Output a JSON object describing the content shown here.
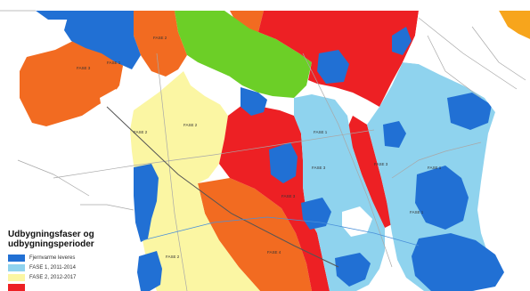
{
  "map": {
    "colors": {
      "background": "#ffffff",
      "fjernvarme": "#2170d4",
      "fase1": "#8fd3ee",
      "fase2": "#fbf6a3",
      "fase3": "#ed2024",
      "orange": "#f26b21",
      "green": "#6ccf27",
      "amber": "#f7a51c",
      "street": "#a8a8a8",
      "river": "#4a90d9"
    },
    "district_labels": [
      "FASE 3",
      "FASE 2",
      "FASE 1",
      "FASE 2",
      "FASE 2",
      "FASE 3",
      "FASE 3",
      "FASE 1",
      "FASE 1",
      "FASE 3",
      "FASE 1",
      "FASE 2",
      "FASE 4"
    ]
  },
  "legend": {
    "title": "Udbygningsfaser og udbygningsperioder",
    "items": [
      {
        "label": "Fjernvarme leveres",
        "color": "#2170d4"
      },
      {
        "label": "FASE 1, 2011-2014",
        "color": "#8fd3ee"
      },
      {
        "label": "FASE 2, 2012-2017",
        "color": "#fbf6a3"
      },
      {
        "label": "",
        "color": "#ed2024"
      }
    ]
  }
}
